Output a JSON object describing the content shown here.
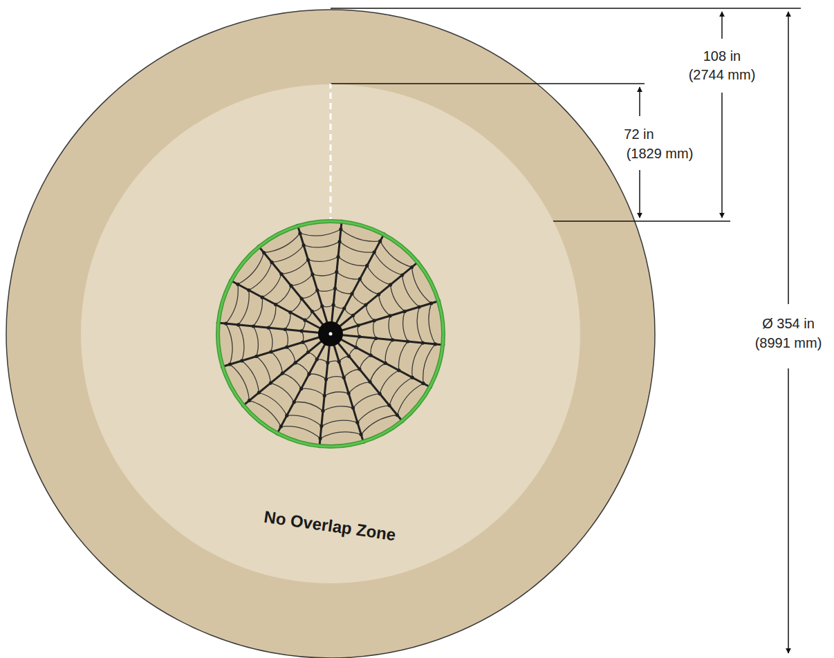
{
  "diagram": {
    "nodes": [
      {
        "text": [
          "No Overlap Zone"
        ]
      }
    ],
    "labels": [
      "108 in",
      "(2744 mm)",
      "72 in",
      "(1829 mm)",
      "Ø 354 in",
      "(8991 mm)"
    ]
  }
}
